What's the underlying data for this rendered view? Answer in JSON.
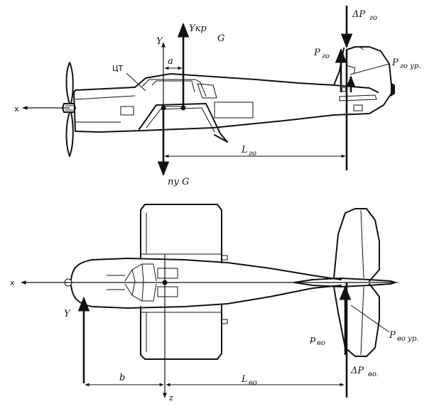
{
  "side_view": {
    "axis_x": "x",
    "cg": "ЦТ",
    "force_y": "Y",
    "force_ykr": "Yкр",
    "ykr_suffix": "G",
    "dim_a": "a",
    "force_ny": "nу G",
    "force_pgo": "P",
    "pgo_sub": "го",
    "force_dpgo": "ΔP",
    "dpgo_sub": "го",
    "force_pgo_ur": "P",
    "pgo_ur_sub": "го ур.",
    "dim_lgo": "L",
    "lgo_sub": "го"
  },
  "top_view": {
    "axis_x": "x",
    "axis_z": "z",
    "force_y": "Y",
    "dim_b": "b",
    "dim_lvo": "L",
    "lvo_sub": "во",
    "force_pvo": "p",
    "pvo_sub": "во",
    "force_pvo_ur": "P",
    "pvo_ur_sub": "во ур.",
    "force_dpvo": "ΔP",
    "dpvo_sub": "во."
  }
}
